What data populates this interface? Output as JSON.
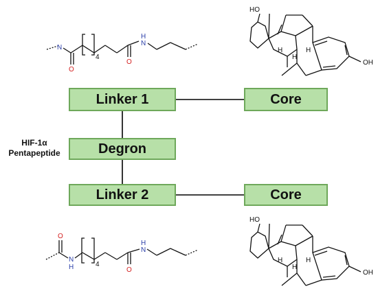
{
  "boxes": {
    "linker1": "Linker 1",
    "core_top": "Core",
    "degron": "Degron",
    "linker2": "Linker 2",
    "core_bottom": "Core"
  },
  "side_label": {
    "line1": "HIF-1α",
    "line2": "Pentapeptide"
  },
  "chem": {
    "n": "N",
    "h": "H",
    "o": "O",
    "ho": "HO",
    "oh": "OH",
    "subscript": "4"
  },
  "colors": {
    "box_fill": "#b7e0a8",
    "box_border": "#6ea85a",
    "nitrogen": "#2b3fa8",
    "oxygen": "#d42020"
  }
}
